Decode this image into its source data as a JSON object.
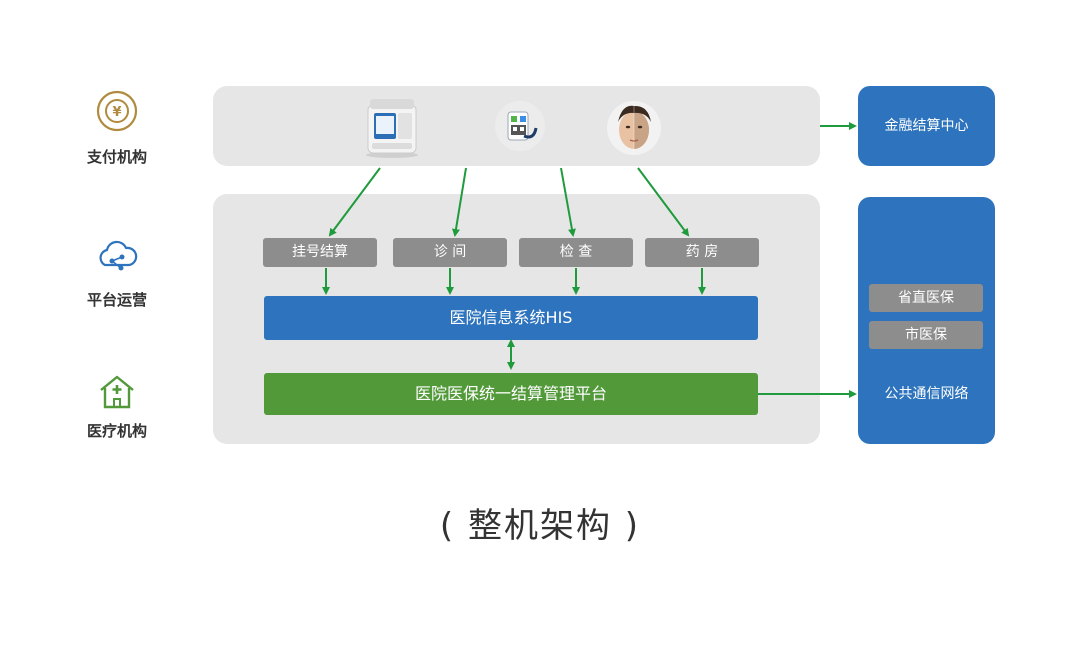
{
  "side": {
    "payment": "支付机构",
    "platform": "平台运营",
    "medical": "医疗机构"
  },
  "finance_center": "金融结算中心",
  "departments": [
    "挂号结算",
    "诊 间",
    "检 查",
    "药 房"
  ],
  "his": "医院信息系统HIS",
  "platform_box": "医院医保统一结算管理平台",
  "network": {
    "chips": [
      "省直医保",
      "市医保"
    ],
    "label": "公共通信网络"
  },
  "caption": "( 整机架构 )",
  "colors": {
    "panel": "#e6e6e6",
    "blue": "#2d73bd",
    "green": "#52993a",
    "chip": "#8d8d8d",
    "arrow": "#1f9a3c",
    "gold": "#b08a3e"
  }
}
